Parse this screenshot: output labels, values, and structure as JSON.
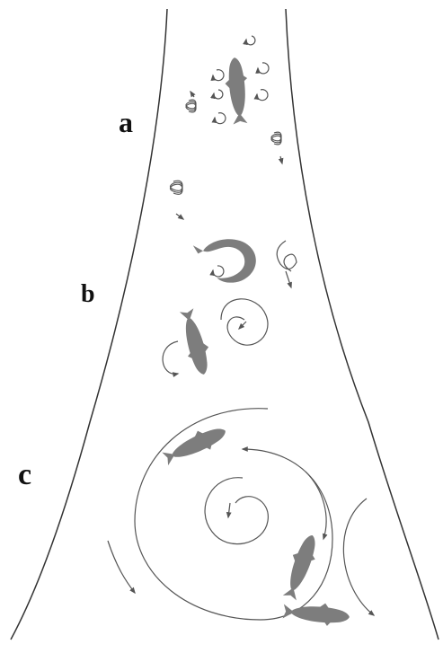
{
  "labels": {
    "a": "a",
    "b": "b",
    "c": "c"
  },
  "colors": {
    "wall": "#333333",
    "fish": "#7d7d7d",
    "vortex": "#555555"
  }
}
